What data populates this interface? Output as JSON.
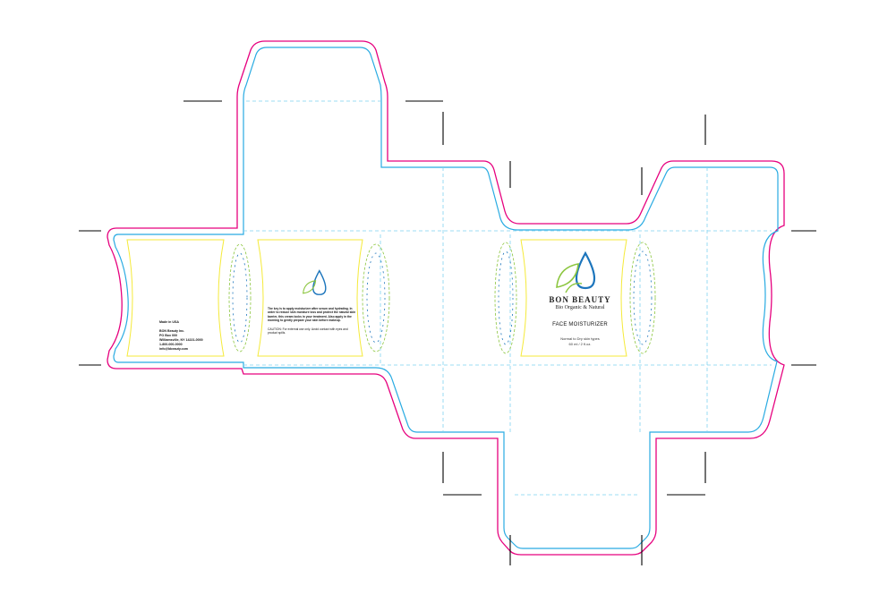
{
  "colors": {
    "cut_outer": "#e6007e",
    "cut_inner": "#29abe2",
    "panel": "#f5ea3a",
    "fold": "#7fd3f0",
    "leaf": "#8cc63f",
    "drop": "#1c75bc"
  },
  "back_panel": {
    "made_in": "Made in USA",
    "address_lines": [
      "BON Beauty Inc.",
      "PO Box 000",
      "Williamsville, NY 14221-0000",
      "1-800-000-0000",
      "info@bbeauty.com"
    ]
  },
  "description_panel": {
    "body": "The key is to apply moisturizer after serum and hydrating. In order to reduce skin moisture loss and protect the natural skin barrier, this cream locks in your treatment. Also apply in the morning to gently prepare your skin before makeup.",
    "caution": "CAUTION: For external use only. Avoid contact with eyes and product spills."
  },
  "front_panel": {
    "brand": "BON BEAUTY",
    "tagline": "Bio Organic & Natural",
    "product": "FACE MOISTURIZER",
    "skin_type": "Normal to Dry skin types",
    "volume": "60 ml / 2 fl.oz."
  }
}
